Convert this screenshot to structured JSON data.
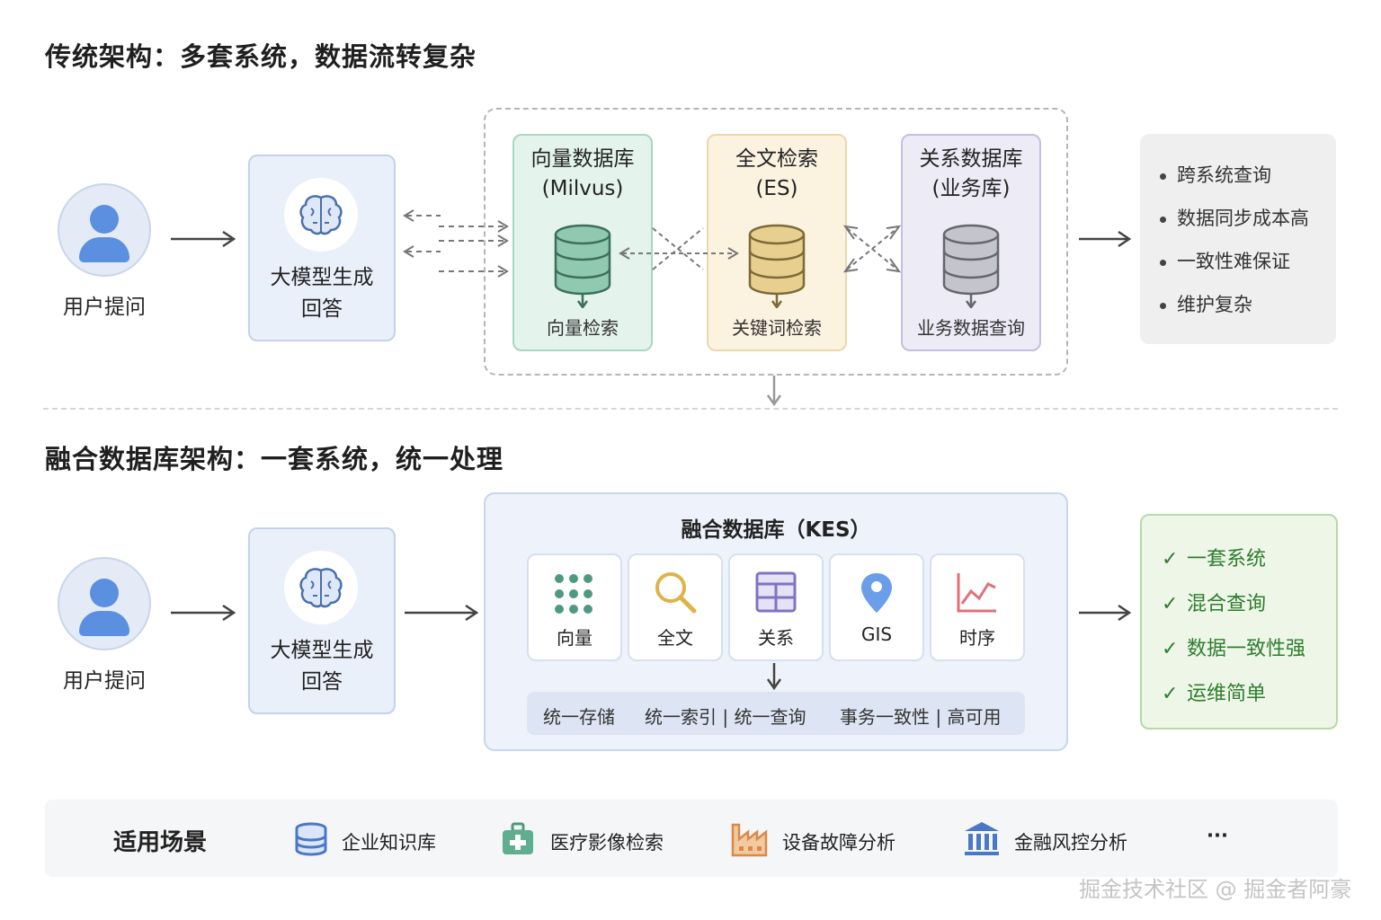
{
  "traditional": {
    "title": "传统架构：多套系统，数据流转复杂",
    "user_label": "用户提问",
    "llm_label": [
      "大模型生成",
      "回答"
    ],
    "databases": [
      {
        "title_1": "向量数据库",
        "title_2": "(Milvus)",
        "function": "向量检索"
      },
      {
        "title_1": "全文检索",
        "title_2": "(ES)",
        "function": "关键词检索"
      },
      {
        "title_1": "关系数据库",
        "title_2": "(业务库)",
        "function": "业务数据查询"
      }
    ],
    "issues": [
      "跨系统查询",
      "数据同步成本高",
      "一致性难保证",
      "维护复杂"
    ]
  },
  "fusion": {
    "title": "融合数据库架构：一套系统，统一处理",
    "user_label": "用户提问",
    "llm_label": [
      "大模型生成",
      "回答"
    ],
    "kes_title": "融合数据库（KES）",
    "capabilities": [
      {
        "label": "向量",
        "icon": "grid-dots-icon"
      },
      {
        "label": "全文",
        "icon": "search-icon"
      },
      {
        "label": "关系",
        "icon": "table-icon"
      },
      {
        "label": "GIS",
        "icon": "map-pin-icon"
      },
      {
        "label": "时序",
        "icon": "line-chart-icon"
      }
    ],
    "unified": [
      "统一存储",
      "统一索引 | 统一查询",
      "事务一致性 | 高可用"
    ],
    "benefits": [
      "一套系统",
      "混合查询",
      "数据一致性强",
      "运维简单"
    ]
  },
  "scenarios": {
    "title": "适用场景",
    "items": [
      {
        "label": "企业知识库",
        "icon": "database-stack-icon"
      },
      {
        "label": "医疗影像检索",
        "icon": "medical-kit-icon"
      },
      {
        "label": "设备故障分析",
        "icon": "factory-icon"
      },
      {
        "label": "金融风控分析",
        "icon": "bank-icon"
      }
    ],
    "more": "···"
  },
  "watermark": "掘金技术社区 @ 掘金者阿豪",
  "colors": {
    "user_blue": "#5b8fe0",
    "vector_db": "#8fc9b0",
    "fulltext_db": "#e6cf8f",
    "relational_db": "#b3b3c4",
    "benefit_green": "#2e7d2e"
  }
}
